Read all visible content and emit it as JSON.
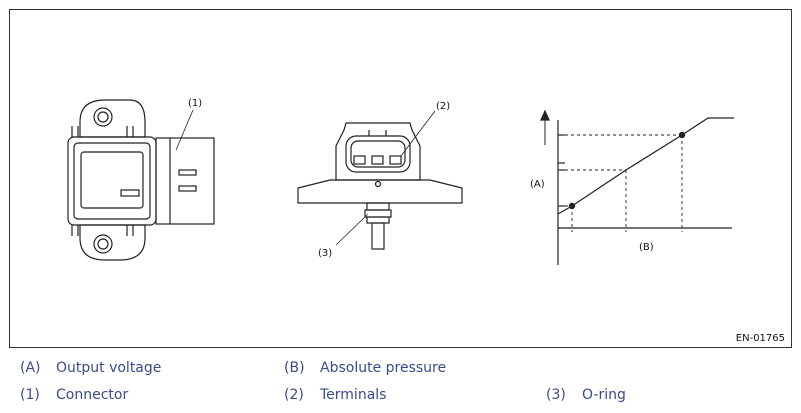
{
  "figure": {
    "id": "EN-01765",
    "callouts": {
      "one": "(1)",
      "two": "(2)",
      "three": "(3)",
      "a": "(A)",
      "b": "(B)"
    }
  },
  "legend": [
    {
      "key": "(A)",
      "label": "Output voltage"
    },
    {
      "key": "(B)",
      "label": "Absolute pressure"
    },
    {
      "key": "(1)",
      "label": "Connector"
    },
    {
      "key": "(2)",
      "label": "Terminals"
    },
    {
      "key": "(3)",
      "label": "O-ring"
    }
  ]
}
